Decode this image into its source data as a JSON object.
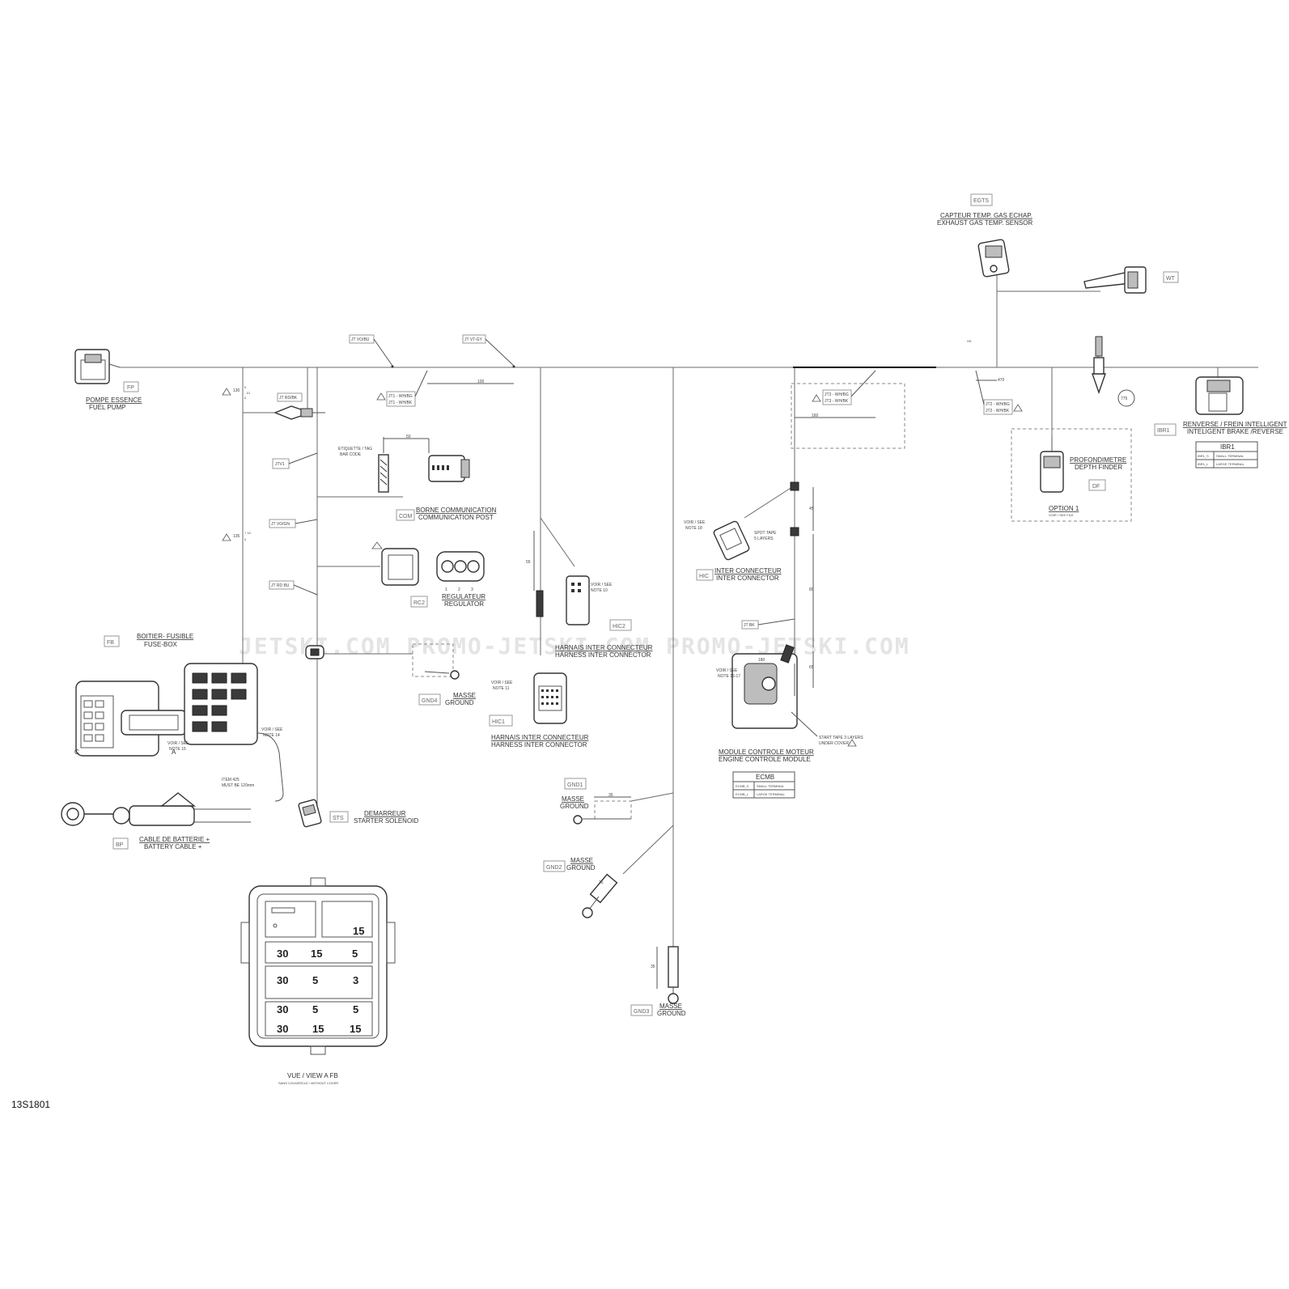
{
  "figure_id": "13S1801",
  "watermark": "JETSKI.COM   PROMO-JETSKI.COM   PROMO-JETSKI.COM",
  "components": {
    "fuel_pump": {
      "code": "FP",
      "fr": "POMPE ESSENCE",
      "en": "FUEL PUMP"
    },
    "egts": {
      "code": "EGTS",
      "fr": "CAPTEUR TEMP. GAS ECHAP.",
      "en": "EXHAUST GAS TEMP. SENSOR"
    },
    "wt": {
      "code": "WT"
    },
    "brake": {
      "code": "IBR1",
      "fr": "RENVERSE / FREIN INTELLIGENT",
      "en": "INTELIGENT BRAKE /REVERSE"
    },
    "depth": {
      "code": "DF",
      "fr": "PROFONDIMETRE",
      "en": "DEPTH FINDER"
    },
    "option": {
      "title": "OPTION 1",
      "note": "VOIR / SEE FILE"
    },
    "com": {
      "code": "COM",
      "fr": "BORNE COMMUNICATION",
      "en": "COMMUNICATION POST"
    },
    "regulator": {
      "code": "RC2",
      "fr": "REGULATEUR",
      "en": "REGULATOR",
      "pins": [
        "1",
        "2",
        "3"
      ]
    },
    "hic": {
      "code": "HIC",
      "fr": "INTER CONNECTEUR",
      "en": "INTER CONNECTOR",
      "note1": "VOIR / SEE",
      "note2": "NOTE 18",
      "spot1": "SPOT TAPE",
      "spot2": "5 LAYERS"
    },
    "hic2": {
      "code": "HIC2",
      "fr": "HARNAIS INTER CONNECTEUR",
      "en": "HARNESS INTER CONNECTOR",
      "note1": "VOIR / SEE",
      "note2": "NOTE 10"
    },
    "hic1": {
      "code": "HIC1",
      "fr": "HARNAIS INTER CONNECTEUR",
      "en": "HARNESS INTER CONNECTOR",
      "note1": "VOIR / SEE",
      "note2": "NOTE 11"
    },
    "fusebox": {
      "code": "FB",
      "fr": "BOITIER- FUSIBLE",
      "en": "FUSE-BOX",
      "note_a1": "VOIR / SEE",
      "note_a2": "NOTE 14",
      "note_b1": "VOIR / SEE",
      "note_b2": "NOTE 15",
      "item1": "ITEM 425",
      "item2": "MUST BE 120mm",
      "label_c": "C",
      "label_a": "A"
    },
    "gnd4": {
      "code": "GND4",
      "fr": "MASSE",
      "en": "GROUND"
    },
    "gnd1": {
      "code": "GND1",
      "fr": "MASSE",
      "en": "GROUND",
      "dim": "35"
    },
    "gnd2": {
      "code": "GND2",
      "fr": "MASSE",
      "en": "GROUND",
      "dim": "35"
    },
    "gnd3": {
      "code": "GND3",
      "fr": "MASSE",
      "en": "GROUND",
      "dim": "35"
    },
    "starter": {
      "code": "STS",
      "fr": "DEMARREUR",
      "en": "STARTER SOLENOID"
    },
    "battery": {
      "code": "BP",
      "fr": "CABLE DE BATTERIE +",
      "en": "BATTERY CABLE +"
    },
    "ecm": {
      "fr": "MODULE CONTROLE MOTEUR",
      "en": "ENGINE CONTROLE MODULE",
      "note1": "VOIR / SEE",
      "note2": "NOTE 16-17",
      "tape1": "START TAPE 3 LAYERS",
      "tape2": "UNDER COVER",
      "dim": "180",
      "table_title": "ECMB",
      "table_rows": [
        [
          "ECMB_S",
          "SMALL TERMINAL"
        ],
        [
          "ECMB_L",
          "LARGE TERMINAL"
        ]
      ]
    },
    "ibr_table": {
      "title": "IBR1",
      "rows": [
        [
          "IBR1_S",
          "SMALL TERMINAL"
        ],
        [
          "IBR1_L",
          "LARGE TERMINAL"
        ]
      ]
    },
    "tag": {
      "l1": "ETIQUETTE / TAG",
      "l2": "BAR CODE",
      "dim": "50"
    },
    "view": {
      "title": "VUE / VIEW A     FB",
      "sub": "SANS COUVERCLE / WITHOUT COVER"
    }
  },
  "splices": {
    "jt_vo_bu": "JT VO/BU",
    "jt_vt_gy": "JT VT-GY",
    "jt1": [
      "JT1 - WH/BG",
      "JT1 - WH/BK"
    ],
    "jt_rd_bk": "JT RD/BK",
    "jtv1": "JTV1",
    "jt_vo_gn": "JT VO/GN",
    "jt_rd_bu": "JT RD BU",
    "jt3": [
      "JT3 - WH/BG",
      "JT3 - WH/BK"
    ],
    "jt2": [
      "JT2 - WH/BG",
      "JT2 - WH/BK"
    ],
    "jt_bk": "JT BK",
    "item": "775",
    "hs": "HS"
  },
  "dimensions": {
    "d130_main": "130",
    "d130_tol1": "0",
    "d130_tol2": "- 10",
    "d130_tol3": "0",
    "d135_main": "135",
    "d135_tol1": "+ 10",
    "d135_tol2": "0",
    "d100": "100",
    "d160": "160",
    "d470": "470",
    "d55": "55",
    "d45": "45",
    "d80": "80",
    "d65": "65"
  },
  "fuse_labels": [
    "15",
    "30",
    "15",
    "5",
    "30",
    "5",
    "3",
    "30",
    "5",
    "5",
    "30",
    "15",
    "15"
  ]
}
